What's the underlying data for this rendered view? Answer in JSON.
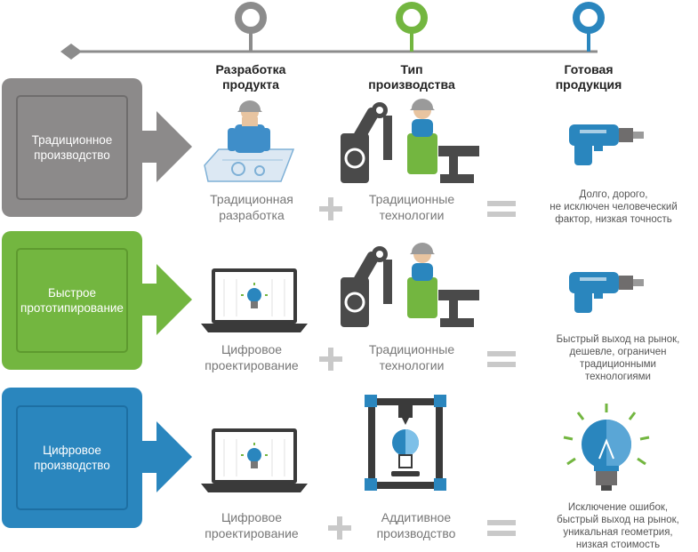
{
  "headers": {
    "development": [
      "Разработка",
      "продукта"
    ],
    "production_type": [
      "Тип",
      "производства"
    ],
    "finished": [
      "Готовая",
      "продукция"
    ]
  },
  "colors": {
    "traditional": "#8c8a8a",
    "traditional_dark": "#6f6d6d",
    "rapid": "#73b640",
    "rapid_dark": "#5e9a2f",
    "digital": "#2a86be",
    "digital_dark": "#1d6fa3",
    "timeline": "#8c8c8c",
    "operator": "#c9c9c9"
  },
  "rows": [
    {
      "label": [
        "Традиционное",
        "производство"
      ],
      "dev_caption": [
        "Традиционная",
        "разработка"
      ],
      "prod_caption": [
        "Традиционные",
        "технологии"
      ],
      "result": [
        "Долго, дорого,",
        "не исключен человеческий",
        "фактор, низкая точность"
      ],
      "dev_icon": "engineer-with-blueprints-icon",
      "prod_icon": "worker-with-machine-icon",
      "result_icon": "power-drill-icon"
    },
    {
      "label": [
        "Быстрое",
        "прототипирование"
      ],
      "dev_caption": [
        "Цифровое",
        "проектирование"
      ],
      "prod_caption": [
        "Традиционные",
        "технологии"
      ],
      "result": [
        "Быстрый выход на рынок,",
        "дешевле, ограничен",
        "традиционными",
        "технологиями"
      ],
      "dev_icon": "laptop-with-bulb-icon",
      "prod_icon": "worker-with-machine-icon",
      "result_icon": "power-drill-icon"
    },
    {
      "label": [
        "Цифровое",
        "производство"
      ],
      "dev_caption": [
        "Цифровое",
        "проектирование"
      ],
      "prod_caption": [
        "Аддитивное",
        "производство"
      ],
      "result": [
        "Исключение ошибок,",
        "быстрый выход на рынок,",
        "уникальная геометрия,",
        "низкая стоимость"
      ],
      "dev_icon": "laptop-with-bulb-icon",
      "prod_icon": "3d-printer-icon",
      "result_icon": "glowing-bulb-icon"
    }
  ]
}
